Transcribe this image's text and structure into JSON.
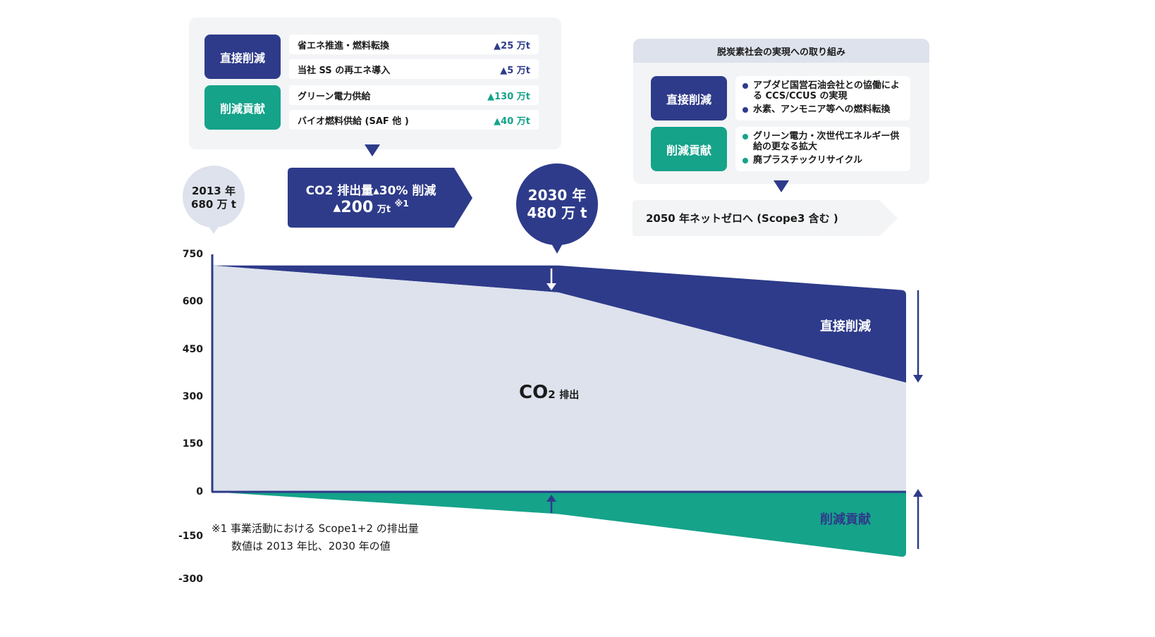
{
  "palette": {
    "navy": "#2e3b8a",
    "teal": "#15a38a",
    "grey_area": "#dde2ec",
    "card": "#f3f4f6"
  },
  "left_panel": {
    "direct_label": "直接削減",
    "contrib_label": "削減貢献",
    "direct_items": [
      {
        "label": "省エネ推進・燃料転換",
        "value": "▲25 万t"
      },
      {
        "label": "当社 SS の再エネ導入",
        "value": "▲5 万t"
      }
    ],
    "contrib_items": [
      {
        "label": "グリーン電力供給",
        "value": "▲130 万t"
      },
      {
        "label": "バイオ燃料供給 (SAF 他 )",
        "value": "▲40 万t"
      }
    ]
  },
  "banner": {
    "line1": "CO2 排出量▴30% 削減",
    "line2_value": "▴200",
    "line2_unit": "万t",
    "line2_note": "※1"
  },
  "bubble_2013": {
    "line1": "2013 年",
    "line2": "680 万 t"
  },
  "bubble_2030": {
    "line1": "2030 年",
    "line2": "480 万 t"
  },
  "right_panel": {
    "header": "脱炭素社会の実現への取り組み",
    "direct_label": "直接削減",
    "contrib_label": "削減貢献",
    "direct_items": [
      "アブダビ国営石油会社との協働による CCS/CCUS の実現",
      "水素、アンモニア等への燃料転換"
    ],
    "contrib_items": [
      "グリーン電力・次世代エネルギー供給の更なる拡大",
      "廃プラスチックリサイクル"
    ]
  },
  "netzero": "2050 年ネットゼロへ (Scope3 含む )",
  "footnote": {
    "line1": "※1 事業活動における Scope1+2 の排出量",
    "line2": "数値は 2013 年比、2030 年の値"
  },
  "chart_data": {
    "type": "area",
    "y_ticks": [
      "750",
      "600",
      "450",
      "300",
      "150",
      "0",
      "-150",
      "-300"
    ],
    "ylim": [
      -300,
      750
    ],
    "x_points": [
      "2013",
      "2030",
      "2050"
    ],
    "series": [
      {
        "name": "CO2 排出",
        "values": [
          715,
          630,
          345
        ]
      },
      {
        "name": "直接削減",
        "values": [
          0,
          85,
          295
        ]
      },
      {
        "name": "削減貢献",
        "values": [
          0,
          -70,
          -205
        ]
      }
    ],
    "area_label_main": "CO",
    "area_label_sub": "2",
    "area_label_suffix": "排出",
    "direct_label": "直接削減",
    "contrib_label": "削減貢献"
  }
}
